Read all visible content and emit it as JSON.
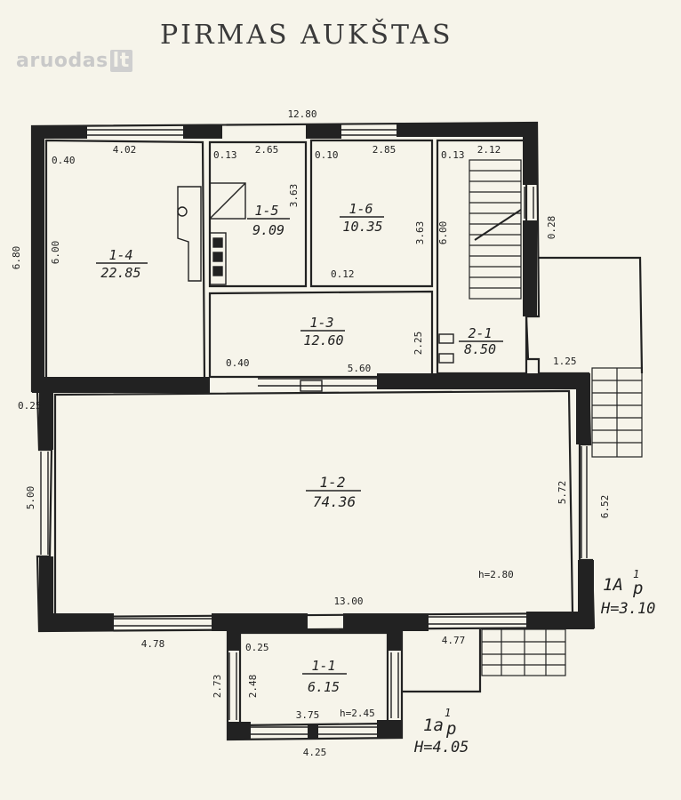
{
  "title": "PIRMAS AUKŠTAS",
  "watermark": {
    "brand": "aruodas",
    "tld": "lt"
  },
  "rooms": [
    {
      "id": "1-4",
      "area": "22.85"
    },
    {
      "id": "1-5",
      "area": "9.09"
    },
    {
      "id": "1-6",
      "area": "10.35"
    },
    {
      "id": "1-3",
      "area": "12.60"
    },
    {
      "id": "2-1",
      "area": "8.50"
    },
    {
      "id": "1-2",
      "area": "74.36"
    },
    {
      "id": "1-1",
      "area": "6.15"
    }
  ],
  "dimensions": {
    "overall_width": "12.80",
    "room14_width": "4.02",
    "room15_width": "2.65",
    "room16_width": "2.85",
    "stair_width": "2.12",
    "wall_040_a": "0.40",
    "wall_013_a": "0.13",
    "wall_010": "0.10",
    "wall_013_b": "0.13",
    "left_height": "6.80",
    "room14_height": "6.00",
    "room15_height": "3.63",
    "room16_height": "3.63",
    "stair_height": "6.00",
    "wall_028": "0.28",
    "wall_012": "0.12",
    "room13_height": "2.25",
    "wall_040_b": "0.40",
    "room13_width": "5.60",
    "wall_125": "1.25",
    "wall_025_left": "0.25",
    "hall_height_left": "5.00",
    "hall_height_right": "5.72",
    "ext_height": "6.52",
    "hall_ceiling": "h=2.80",
    "hall_bottom_width": "13.00",
    "seg_478": "4.78",
    "seg_477": "4.77",
    "wall_025_bottom": "0.25",
    "vest_outer_h": "2.73",
    "vest_inner_h": "2.48",
    "vest_inner_w": "3.75",
    "vest_ceiling": "h=2.45",
    "vest_outer_w": "4.25"
  },
  "level_marks": {
    "main": {
      "line1": "1A",
      "sup": "1",
      "line1b": "p",
      "line2": "H=3.10"
    },
    "vestibule": {
      "line1": "1a",
      "sup": "1",
      "line1b": "p",
      "line2": "H=4.05"
    }
  }
}
